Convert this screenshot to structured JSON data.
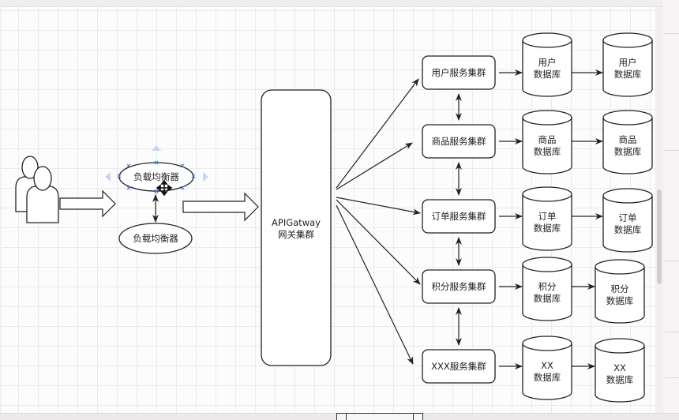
{
  "diagram": {
    "users_icon": "users-icon",
    "load_balancers": [
      {
        "label": "负载均衡器",
        "selected": true
      },
      {
        "label": "负载均衡器",
        "selected": false
      }
    ],
    "gateway": {
      "line1": "APIGatway",
      "line2": "网关集群"
    },
    "services": [
      {
        "label": "用户服务集群",
        "db1": [
          "用户",
          "数据库"
        ],
        "db2": [
          "用户",
          "数据库"
        ]
      },
      {
        "label": "商品服务集群",
        "db1": [
          "商品",
          "数据库"
        ],
        "db2": [
          "商品",
          "数据库"
        ]
      },
      {
        "label": "订单服务集群",
        "db1": [
          "订单",
          "数据库"
        ],
        "db2": [
          "订单",
          "数据库"
        ]
      },
      {
        "label": "积分服务集群",
        "db1": [
          "积分",
          "数据库"
        ],
        "db2": [
          "积分",
          "数据库"
        ]
      },
      {
        "label": "XXX服务集群",
        "db1": [
          "XX",
          "数据库"
        ],
        "db2": [
          "XX",
          "数据库"
        ]
      }
    ],
    "colors": {
      "stroke": "#222222",
      "selection_handle": "#4a7fd4",
      "hint_arrow": "#c5d6ee"
    }
  }
}
